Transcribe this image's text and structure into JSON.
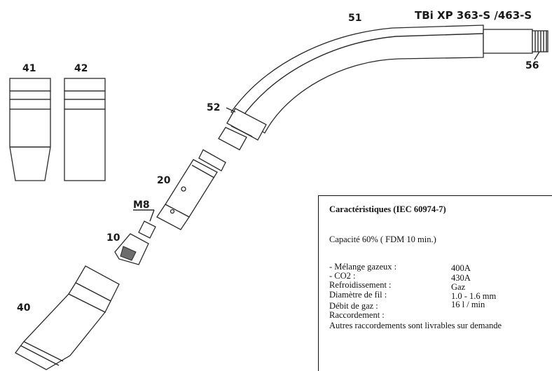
{
  "title": "TBi XP 363-S /463-S",
  "parts": {
    "p41": "41",
    "p42": "42",
    "p51": "51",
    "p52": "52",
    "p56": "56",
    "p20": "20",
    "m8": "M8",
    "p10": "10",
    "p40": "40"
  },
  "specs": {
    "title": "Caractéristiques (IEC 60974-7)",
    "capacity": "Capacité 60% ( FDM 10 min.)",
    "rows": [
      {
        "label": "- Mélange gazeux :",
        "value": "400A"
      },
      {
        "label": "- CO2 :",
        "value": "430A"
      },
      {
        "label": "Refroidissement :",
        "value": "Gaz"
      },
      {
        "label": "Diamètre de fil :",
        "value": "1.0 - 1.6 mm"
      },
      {
        "label": "Débit de gaz :",
        "value": "16 l / min"
      },
      {
        "label": "Raccordement :",
        "value": ""
      }
    ],
    "footer": "Autres raccordements sont livrables sur demande"
  }
}
